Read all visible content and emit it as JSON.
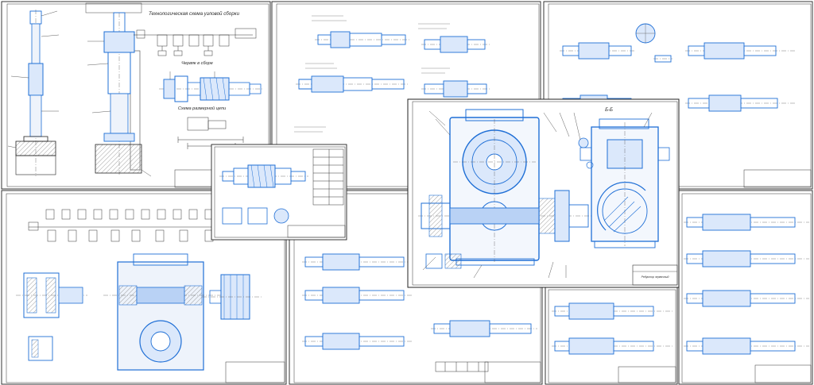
{
  "collage": {
    "sheets": [
      {
        "id": "assembly-lines-sheet",
        "heading": "Технологическая схема узловой сборки",
        "subheading": "Червяк в сборе",
        "caption": "Схема размерной цепи"
      },
      {
        "id": "worm-shaft-ops-sheet"
      },
      {
        "id": "shaft-ops-sheet-right"
      },
      {
        "id": "gear-assembly-sheet"
      },
      {
        "id": "lower-ops-sheet"
      },
      {
        "id": "right-ops-sheet"
      },
      {
        "id": "lower-right-ops-sheet"
      },
      {
        "id": "worm-detail-sheet"
      },
      {
        "id": "reducer-assembly-sheet",
        "section_label": "Б-Б",
        "title_block": {
          "name": "Редуктор червячный"
        }
      }
    ]
  },
  "colors": {
    "paper": "#ffffff",
    "line": "#222222",
    "blue": "#1f6fd6",
    "blue_light": "#5b9be8",
    "fill_blue": "#dbe8fb",
    "hatch": "#888888"
  }
}
